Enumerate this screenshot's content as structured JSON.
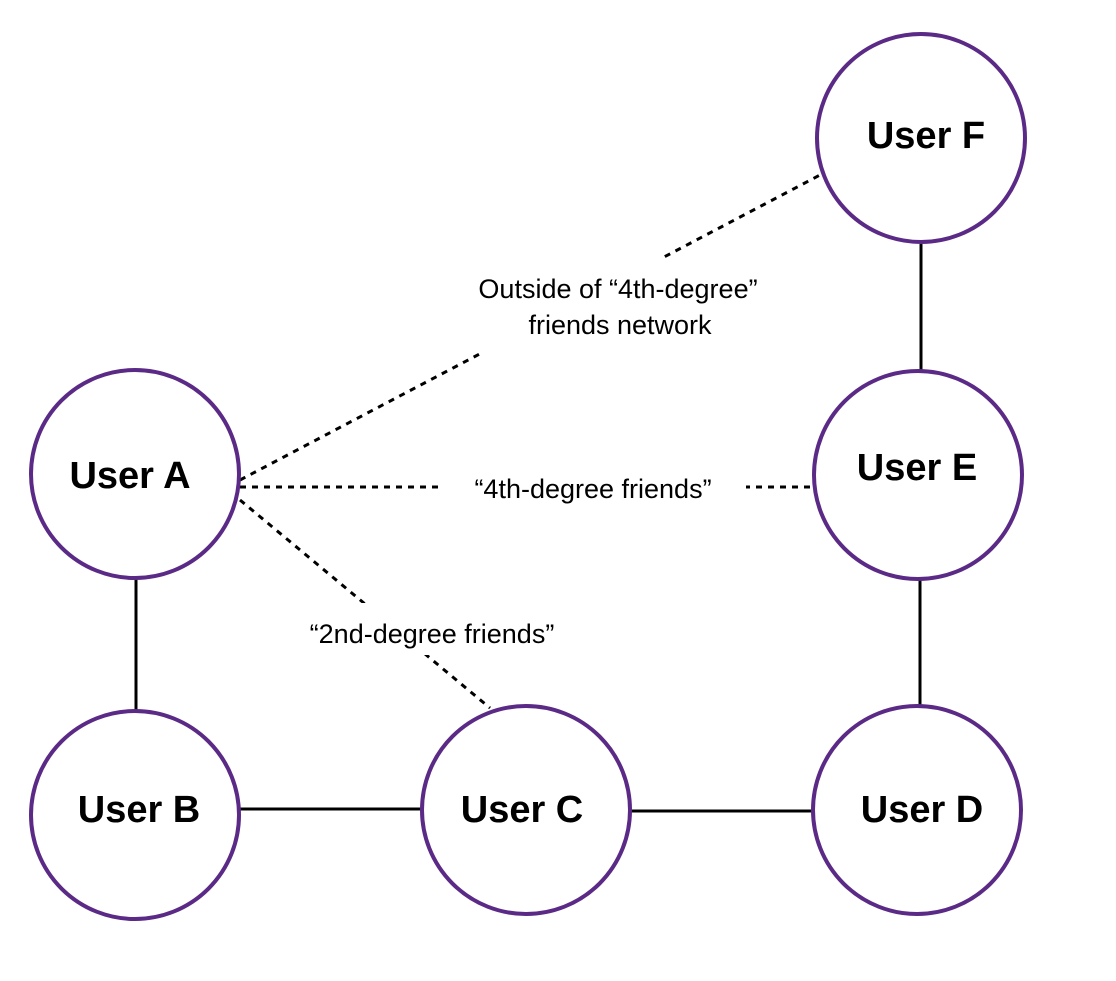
{
  "nodes": {
    "a": "User A",
    "b": "User B",
    "c": "User C",
    "d": "User D",
    "e": "User E",
    "f": "User F"
  },
  "edges": {
    "a_c_label": "“2nd-degree friends”",
    "a_e_label": "“4th-degree friends”",
    "a_f_label_line1": "Outside of “4th-degree”",
    "a_f_label_line2": "friends network"
  },
  "colors": {
    "node_border": "#5b2a86",
    "edge": "#000000"
  }
}
